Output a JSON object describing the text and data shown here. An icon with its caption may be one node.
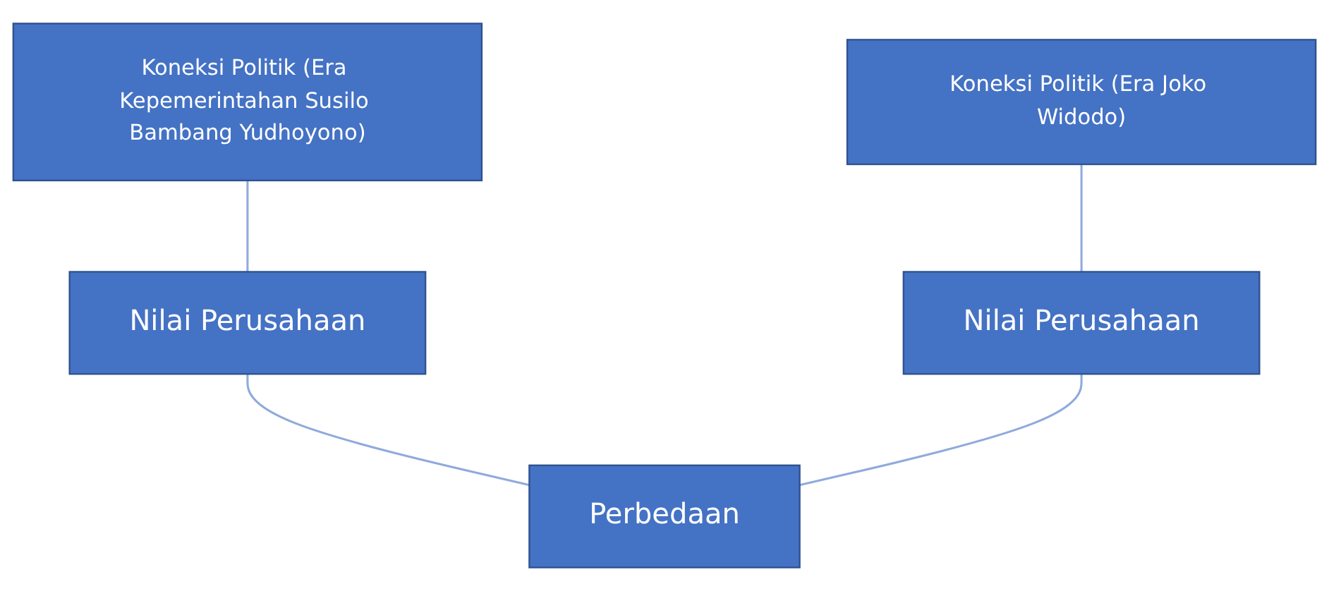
{
  "diagram": {
    "nodes": [
      {
        "text": [
          "Koneksi Politik (Era Kepemerintahan Susilo Bambang Yudhoyono)"
        ]
      },
      {
        "text": [
          "Koneksi Politik (Era Joko Widodo)"
        ]
      },
      {
        "text": [
          "Nilai Perusahaan"
        ]
      },
      {
        "text": [
          "Nilai Perusahaan"
        ]
      },
      {
        "text": [
          "Perbedaan"
        ]
      }
    ],
    "edges": [
      {
        "from": 0,
        "to": 2,
        "arrow": "none"
      },
      {
        "from": 1,
        "to": 3,
        "arrow": "none"
      },
      {
        "from": 2,
        "to": 4,
        "arrow": "none"
      },
      {
        "from": 3,
        "to": 4,
        "arrow": "none"
      }
    ]
  }
}
